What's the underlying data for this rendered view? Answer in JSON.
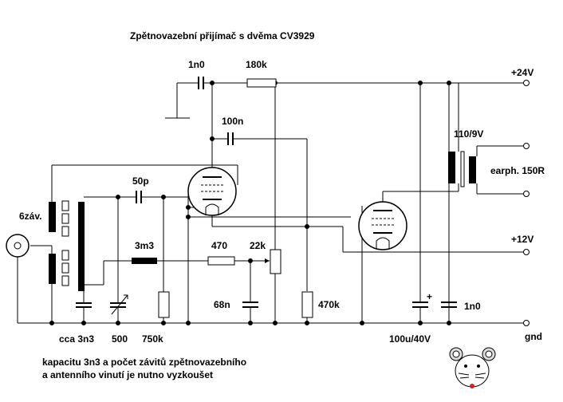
{
  "title": "Zpětnovazební přijímač s dvěma CV3929",
  "labels": {
    "c_1n0_top": "1n0",
    "r_180k": "180k",
    "supply_24v": "+24V",
    "c_100n": "100n",
    "transformer": "110/9V",
    "earphone": "earph. 150R",
    "c_50p": "50p",
    "coil_6zav": "6záv.",
    "r_3m3": "3m3",
    "r_470": "470",
    "pot_22k": "22k",
    "supply_12v": "+12V",
    "c_68n": "68n",
    "r_470k": "470k",
    "c_1n0_right": "1n0",
    "c_3n3": "cca 3n3",
    "c_500": "500",
    "r_750k": "750k",
    "c_100u": "100u/40V",
    "gnd": "gnd",
    "plus_mark": "+"
  },
  "note": {
    "line1": "kapacitu 3n3 a počet závitů zpětnovazebního",
    "line2": "a antenního vinutí je nutno vyzkoušet"
  }
}
